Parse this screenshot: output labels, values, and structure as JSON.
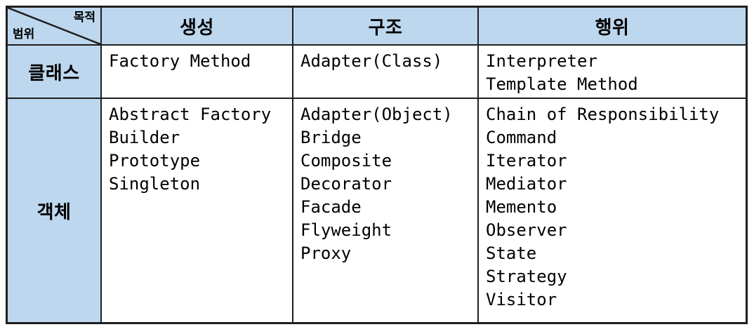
{
  "corner": {
    "purpose_label": "목적",
    "scope_label": "범위"
  },
  "columns": [
    {
      "label": "생성"
    },
    {
      "label": "구조"
    },
    {
      "label": "행위"
    }
  ],
  "rows": [
    {
      "scope": "클래스",
      "creational": [
        "Factory Method"
      ],
      "structural": [
        "Adapter(Class)"
      ],
      "behavioral": [
        "Interpreter",
        "Template Method"
      ]
    },
    {
      "scope": "객체",
      "creational": [
        "Abstract Factory",
        "Builder",
        "Prototype",
        "Singleton"
      ],
      "structural": [
        "Adapter(Object)",
        "Bridge",
        "Composite",
        "Decorator",
        "Facade",
        "Flyweight",
        "Proxy"
      ],
      "behavioral": [
        "Chain of Responsibility",
        "Command",
        "Iterator",
        "Mediator",
        "Memento",
        "Observer",
        "State",
        "Strategy",
        "Visitor"
      ]
    }
  ],
  "colors": {
    "header_bg": "#bdd7ee",
    "border": "#1f1f1f",
    "text": "#000000"
  }
}
